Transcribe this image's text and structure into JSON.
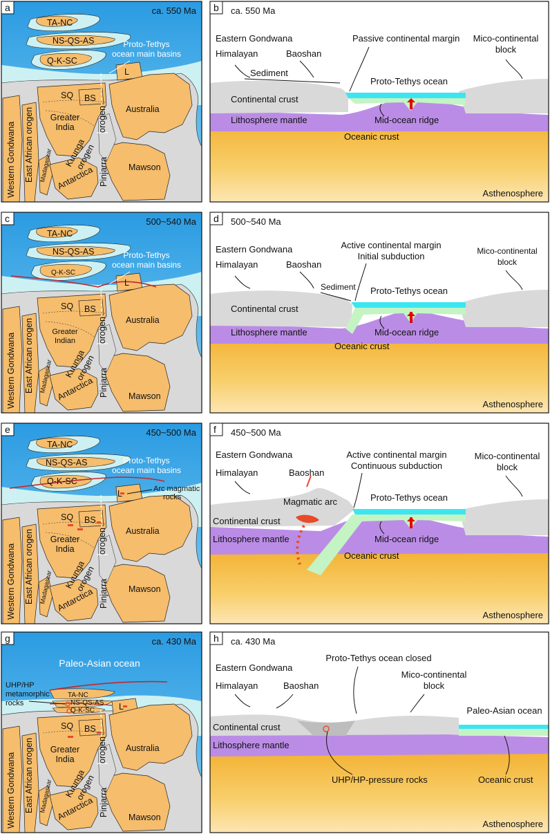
{
  "panels": {
    "a": {
      "letter": "a",
      "age": "ca. 550 Ma"
    },
    "b": {
      "letter": "b",
      "age": "ca. 550 Ma"
    },
    "c": {
      "letter": "c",
      "age": "500~540 Ma"
    },
    "d": {
      "letter": "d",
      "age": "500~540 Ma"
    },
    "e": {
      "letter": "e",
      "age": "450~500 Ma"
    },
    "f": {
      "letter": "f",
      "age": "450~500 Ma"
    },
    "g": {
      "letter": "g",
      "age": "ca. 430 Ma"
    },
    "h": {
      "letter": "h",
      "age": "ca. 430 Ma"
    }
  },
  "map": {
    "ta_nc": "TA-NC",
    "ns_qs_as": "NS-QS-AS",
    "q_k_sc": "Q-K-SC",
    "proto_line1": "Proto-Tethys",
    "proto_line2": "ocean main basins",
    "sq": "SQ",
    "bs": "BS",
    "l": "L",
    "australia": "Australia",
    "greater_india": "Greater India",
    "greater_india_line1": "Greater",
    "greater_india_line2": "India",
    "greater_indian_line2": "Indian",
    "kuunga": "Kuunga",
    "orogen": "orogen",
    "pinjarra": "Pinjarra",
    "mawson": "Mawson",
    "antarctica": "Antarctica",
    "madagascar": "Madagascar",
    "western_gondwana": "Western Gondwana",
    "east_african_orogen": "East African orogen",
    "arc_magmatic_line1": "Arc magmatic",
    "arc_magmatic_line2": "rocks",
    "paleo_asian_ocean": "Paleo-Asian ocean",
    "uhp_line1": "UHP/HP",
    "uhp_line2": "metamorphic",
    "uhp_line3": "rocks"
  },
  "section": {
    "eastern_gondwana": "Eastern Gondwana",
    "himalayan": "Himalayan",
    "baoshan": "Baoshan",
    "sediment": "Sediment",
    "passive_margin": "Passive continental margin",
    "active_margin": "Active continental margin",
    "initial_subduction": "Initial subduction",
    "continuous_subduction": "Continuous subduction",
    "mico_line1": "Mico-continental",
    "mico_line2": "block",
    "proto_tethys_ocean": "Proto-Tethys ocean",
    "proto_tethys_closed": "Proto-Tethys ocean closed",
    "continental_crust": "Continental crust",
    "lithosphere_mantle": "Lithosphere mantle",
    "mid_ocean_ridge": "Mid-ocean ridge",
    "oceanic_crust": "Oceanic crust",
    "asthenosphere": "Asthenosphere",
    "magmatic_arc": "Magmatic arc",
    "paleo_asian_ocean": "Paleo-Asian ocean",
    "uhp_pressure_rocks": "UHP/HP-pressure rocks"
  },
  "colors": {
    "ocean_blue": "#3aa6e8",
    "shelf_cyan": "#cdf1f2",
    "continent_orange": "#f6bd6c",
    "orogen_gray": "#d9d9d9",
    "mantle_purple": "#bb8ce6",
    "asthenosphere_yellow": "#f8c85a",
    "oceanic_cyan": "#3ce6f0",
    "oceanic_green": "#c4f3c4",
    "suture_red": "#c0282e",
    "arc_red": "#e84a2a"
  }
}
